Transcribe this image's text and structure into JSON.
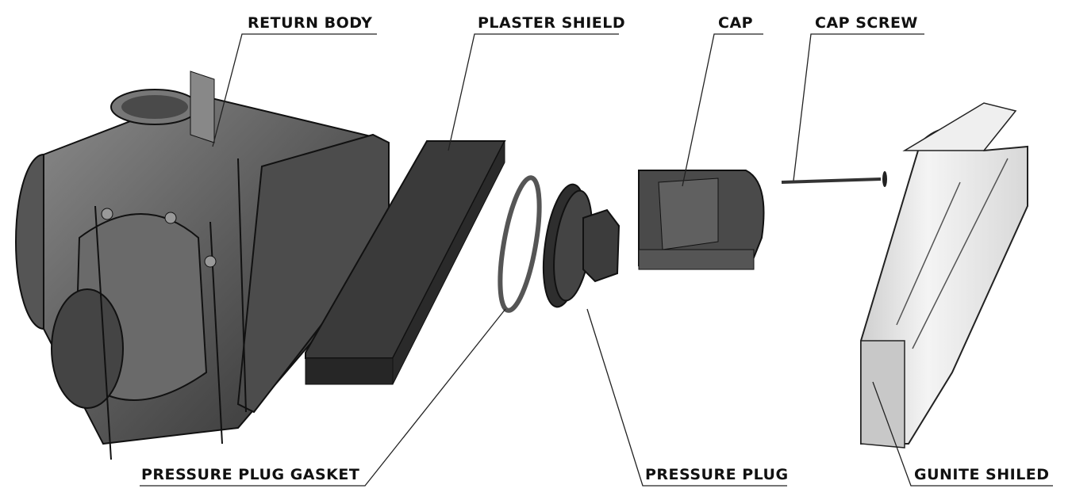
{
  "labels": {
    "return_body": "RETURN BODY",
    "plaster_shield": "PLASTER SHIELD",
    "cap": "CAP",
    "cap_screw": "CAP SCREW",
    "pressure_plug_gasket": "PRESSURE PLUG GASKET",
    "pressure_plug": "PRESSURE PLUG",
    "gunite_shield": "GUNITE SHILED"
  },
  "colors": {
    "part_dark": "#3a3a3a",
    "part_mid": "#6e6e6e",
    "gunite": "#e8e8e8",
    "line": "#222222"
  }
}
